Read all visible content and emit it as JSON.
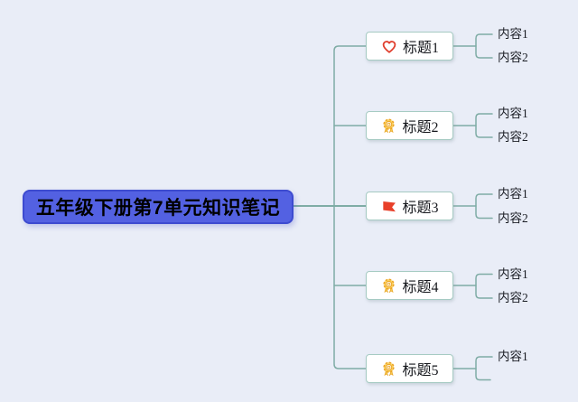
{
  "page": {
    "background": "#E9EDF7",
    "connector_color": "#7FACA5"
  },
  "root": {
    "label": "五年级下册第7单元知识笔记",
    "fill": "#5361E2",
    "border_color": "#3D4BD0",
    "text_color": "#000000"
  },
  "branches": [
    {
      "label": "标题1",
      "icon": "heart-icon",
      "icon_color": "#E03E2D",
      "children": [
        "内容1",
        "内容2"
      ]
    },
    {
      "label": "标题2",
      "icon": "medal-icon",
      "icon_color": "#F2B52C",
      "children": [
        "内容1",
        "内容2"
      ]
    },
    {
      "label": "标题3",
      "icon": "flag-icon",
      "icon_color": "#E8402A",
      "children": [
        "内容1",
        "内容2"
      ]
    },
    {
      "label": "标题4",
      "icon": "medal-icon",
      "icon_color": "#F2B52C",
      "children": [
        "内容1",
        "内容2"
      ]
    },
    {
      "label": "标题5",
      "icon": "medal-icon",
      "icon_color": "#F2B52C",
      "children": [
        "内容1"
      ]
    }
  ]
}
